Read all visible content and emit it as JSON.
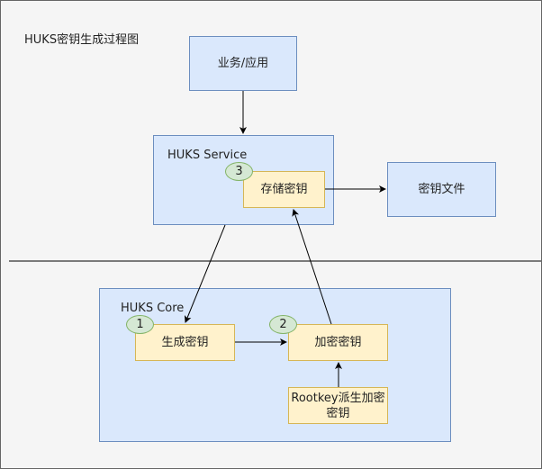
{
  "title": "HUKS密钥生成过程图",
  "nodes": {
    "app": "业务/应用",
    "service_container": "HUKS Service",
    "store_key": "存储密钥",
    "key_file": "密钥文件",
    "core_container": "HUKS Core",
    "generate_key": "生成密钥",
    "encrypt_key": "加密密钥",
    "rootkey_derive": "Rootkey派生加密密钥"
  },
  "steps": {
    "step1": "1",
    "step2": "2",
    "step3": "3"
  },
  "colors": {
    "container_fill": "#dae8fc",
    "container_stroke": "#6c8ebf",
    "process_fill": "#fff2cc",
    "process_stroke": "#d6b656",
    "step_fill": "#d5e8d4",
    "step_stroke": "#82b366"
  }
}
